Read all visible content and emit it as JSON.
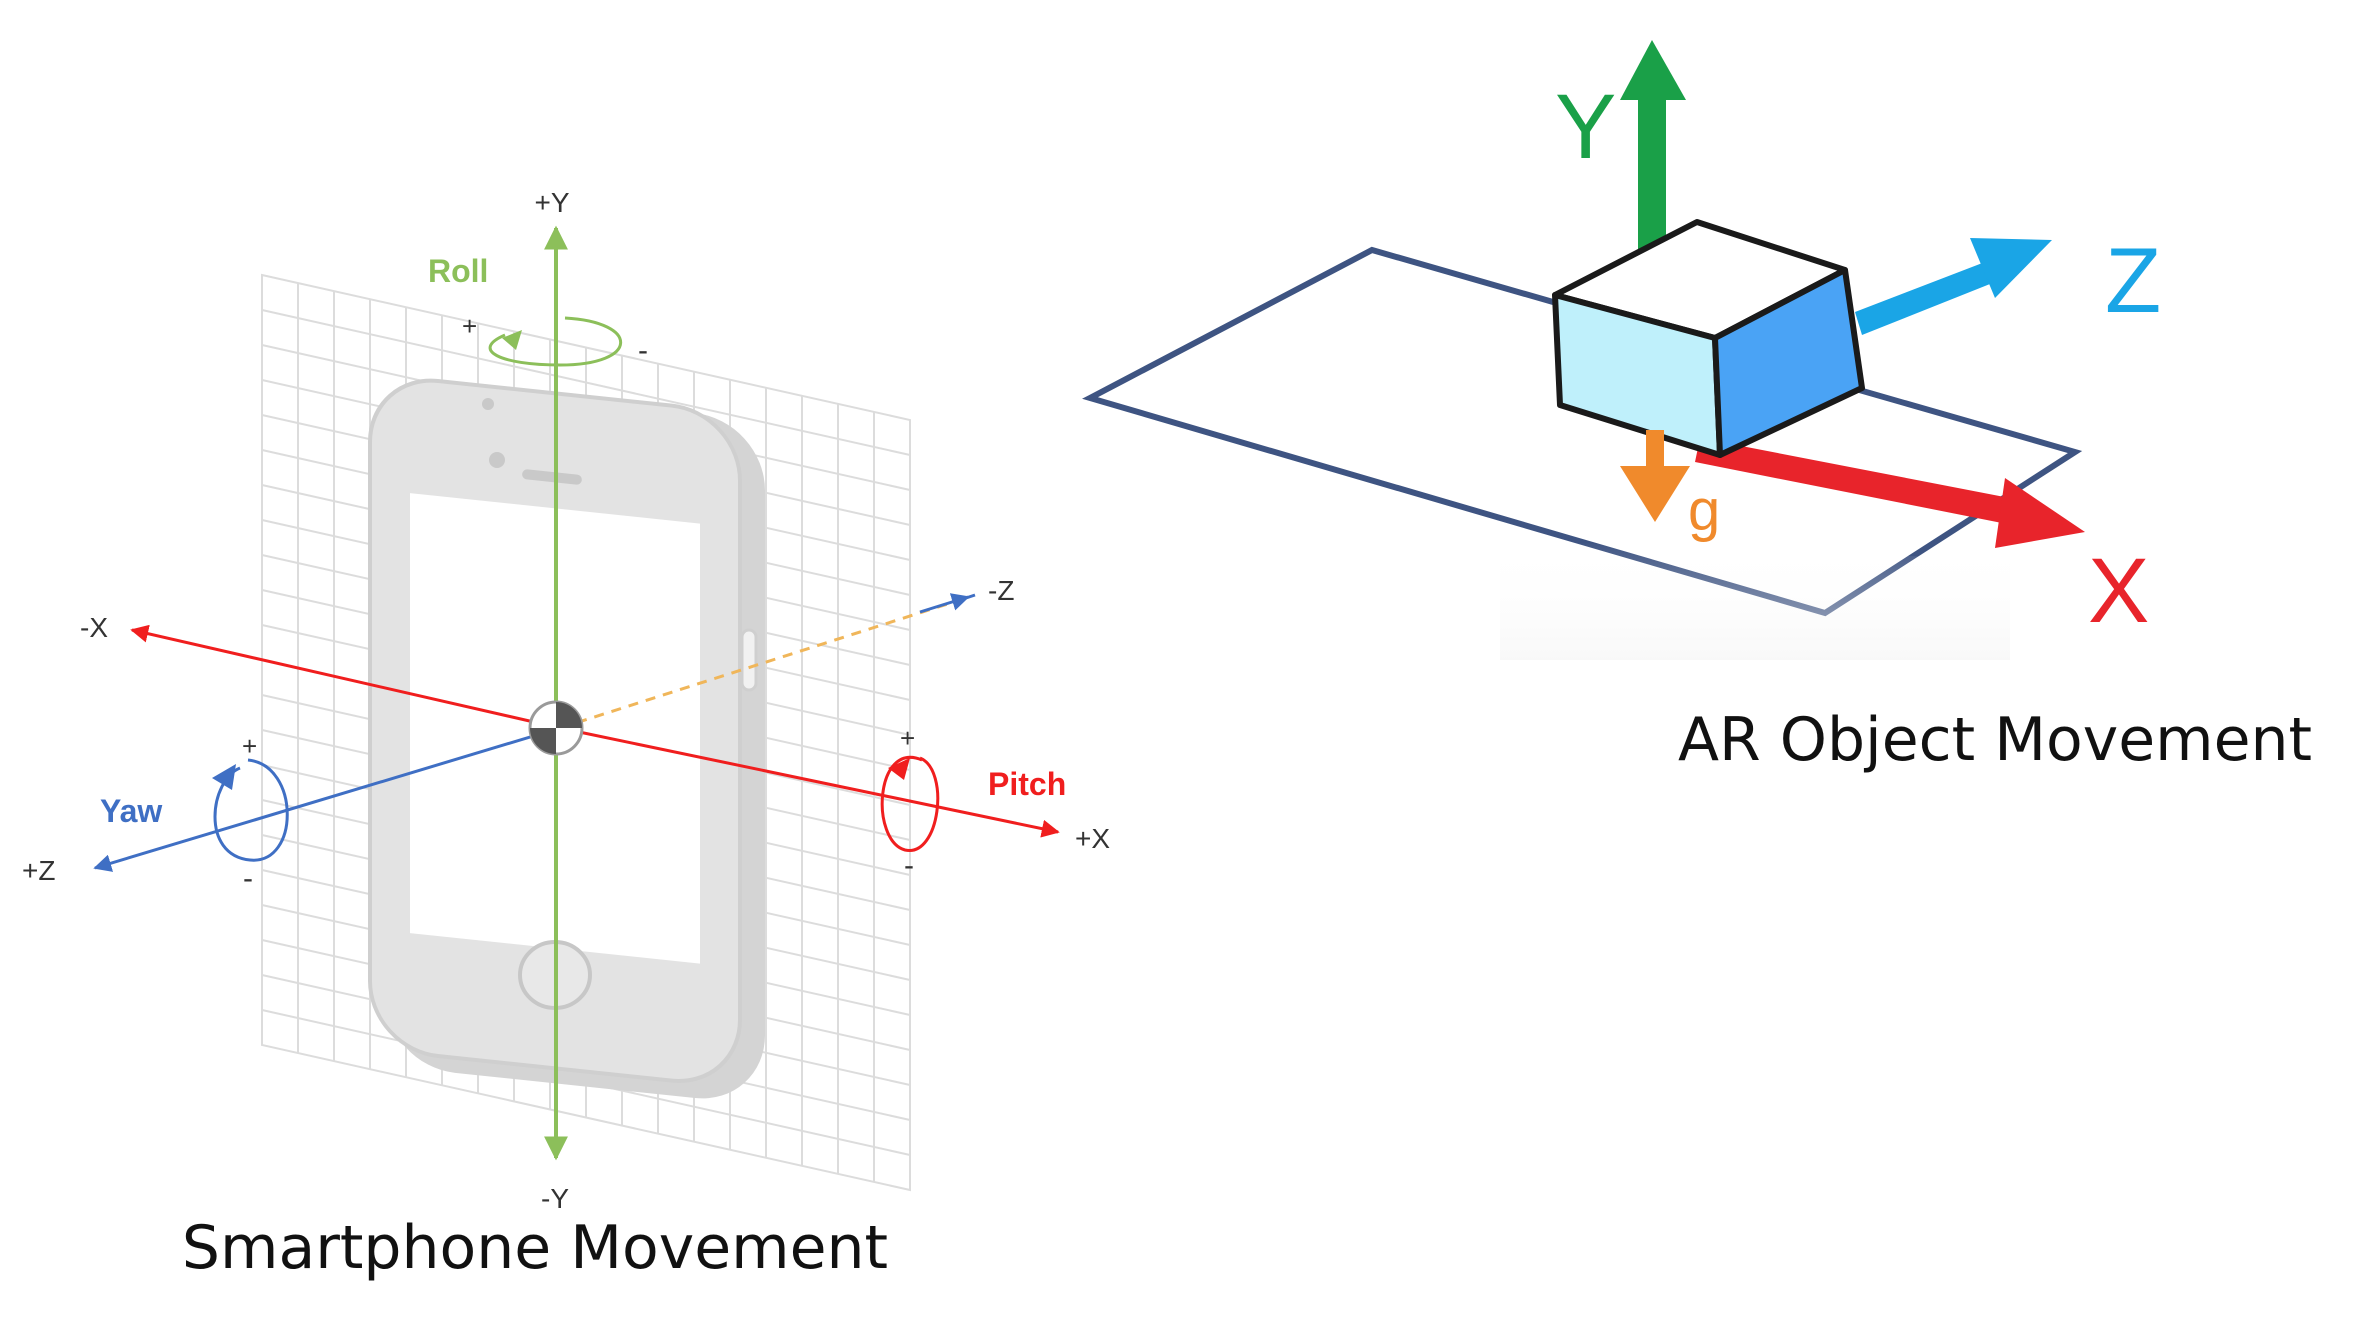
{
  "smartphone": {
    "caption": "Smartphone Movement",
    "axes": {
      "plus_y": "+Y",
      "minus_y": "-Y",
      "plus_x": "+X",
      "minus_x": "-X",
      "plus_z": "+Z",
      "minus_z": "-Z"
    },
    "rotations": {
      "roll": {
        "label": "Roll",
        "plus": "+",
        "minus": "-"
      },
      "pitch": {
        "label": "Pitch",
        "plus": "+",
        "minus": "-"
      },
      "yaw": {
        "label": "Yaw",
        "plus": "+",
        "minus": "-"
      }
    }
  },
  "ar_object": {
    "caption": "AR Object Movement",
    "axes": {
      "y": "Y",
      "z": "Z",
      "x": "X",
      "gravity": "g"
    }
  },
  "colors": {
    "roll_y_axis": "#8cbf5a",
    "pitch_x_axis": "#f01e1e",
    "yaw_z_axis": "#3f6fc4",
    "ar_y": "#1aa048",
    "ar_z": "#1aa5e6",
    "ar_x": "#e8242b",
    "ar_gravity": "#f08a2c",
    "plane_outline": "#3e5482",
    "cube_front": "#bff0fb",
    "cube_side": "#4aa3f5",
    "phone_body": "#d9d9d9",
    "grid": "#dcdcdc"
  }
}
